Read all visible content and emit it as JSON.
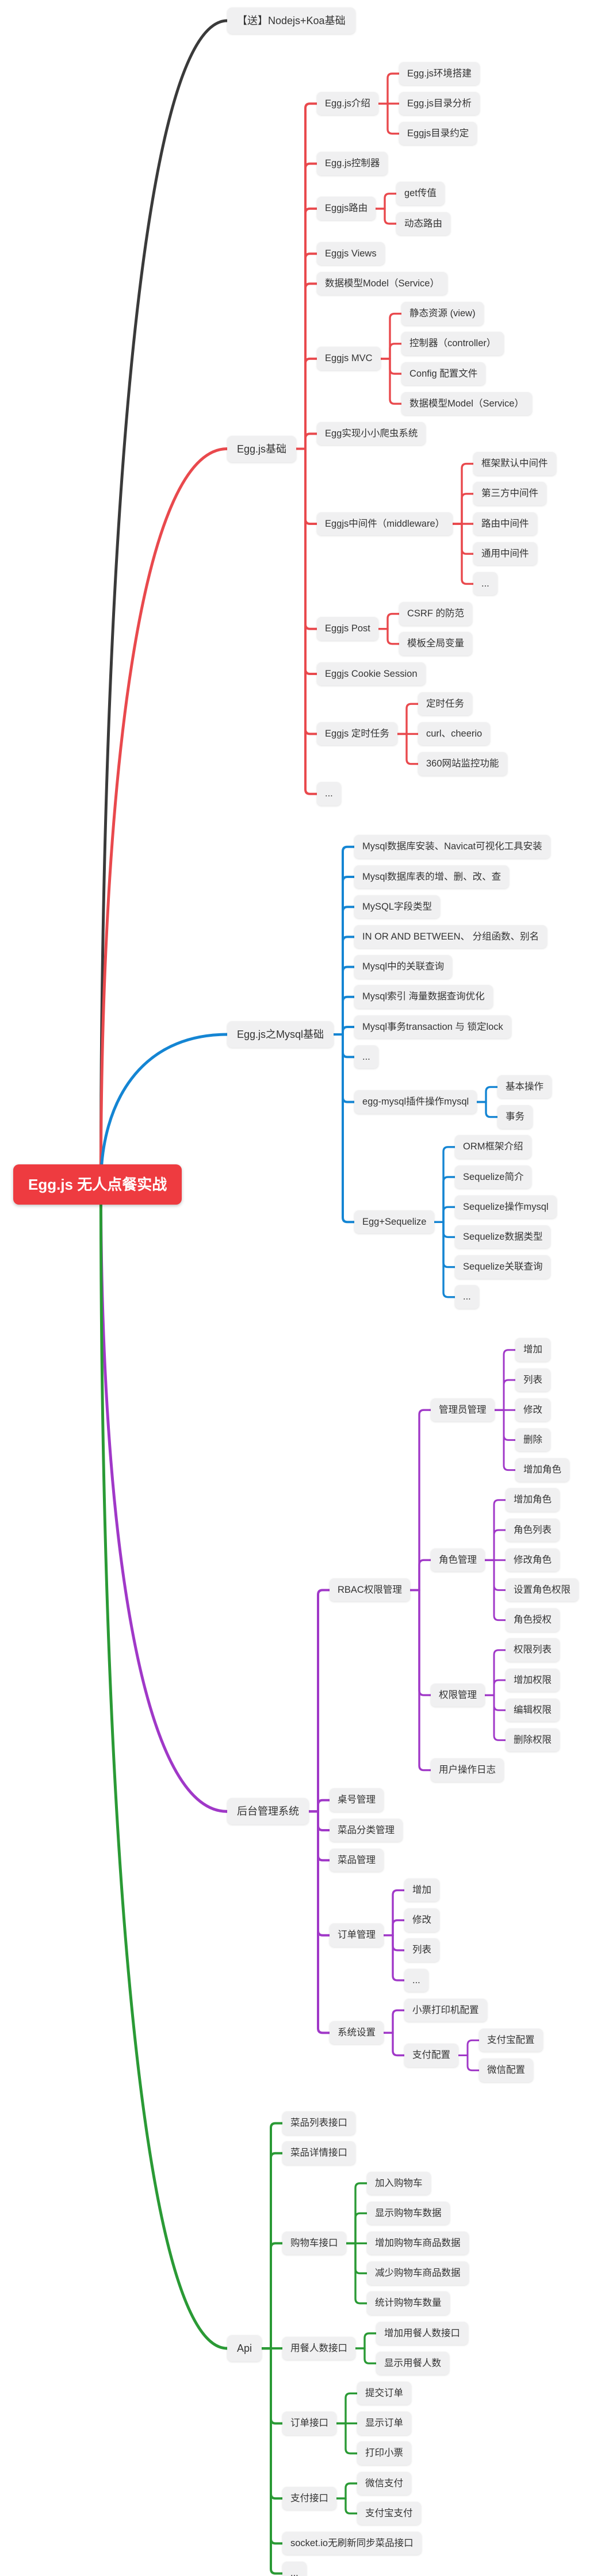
{
  "colors": {
    "root_bg": "#ee3b40",
    "node_bg": "#f0f0f1",
    "node_text": "#333333",
    "branch_black": "#3a3a3a",
    "branch_red": "#e9494d",
    "branch_blue": "#1485d3",
    "branch_purple": "#a038c8",
    "branch_green": "#2a9a35"
  },
  "mindmap": {
    "root": {
      "label": "Egg.js 无人点餐实战"
    },
    "branches": [
      {
        "label": "【送】Nodejs+Koa基础",
        "color": "#3a3a3a",
        "children": []
      },
      {
        "label": "Egg.js基础",
        "color": "#e9494d",
        "children": [
          {
            "label": "Egg.js介绍",
            "children": [
              {
                "label": "Egg.js环境搭建"
              },
              {
                "label": "Egg.js目录分析"
              },
              {
                "label": "Eggjs目录约定"
              }
            ]
          },
          {
            "label": "Egg.js控制器"
          },
          {
            "label": "Eggjs路由",
            "children": [
              {
                "label": "get传值"
              },
              {
                "label": "动态路由"
              }
            ]
          },
          {
            "label": "Eggjs  Views"
          },
          {
            "label": "数据模型Model（Service）"
          },
          {
            "label": "Eggjs MVC",
            "children": [
              {
                "label": "静态资源 (view)"
              },
              {
                "label": "控制器（controller）"
              },
              {
                "label": "Config 配置文件"
              },
              {
                "label": "数据模型Model（Service）"
              }
            ]
          },
          {
            "label": "Egg实现小小爬虫系统"
          },
          {
            "label": "Eggjs中间件（middleware）",
            "children": [
              {
                "label": "框架默认中间件"
              },
              {
                "label": "第三方中间件"
              },
              {
                "label": "路由中间件"
              },
              {
                "label": "通用中间件"
              },
              {
                "label": "..."
              }
            ]
          },
          {
            "label": "Eggjs Post",
            "children": [
              {
                "label": "CSRF 的防范"
              },
              {
                "label": "模板全局变量"
              }
            ]
          },
          {
            "label": "Eggjs Cookie Session"
          },
          {
            "label": "Eggjs 定时任务",
            "children": [
              {
                "label": "定时任务"
              },
              {
                "label": "curl、cheerio"
              },
              {
                "label": "360网站监控功能"
              }
            ]
          },
          {
            "label": "..."
          }
        ]
      },
      {
        "label": "Egg.js之Mysql基础",
        "color": "#1485d3",
        "children": [
          {
            "label": "Mysql数据库安装、Navicat可视化工具安装"
          },
          {
            "label": "Mysql数据库表的增、删、改、查"
          },
          {
            "label": "MySQL字段类型"
          },
          {
            "label": "IN OR AND BETWEEN、 分组函数、别名"
          },
          {
            "label": "Mysql中的关联查询"
          },
          {
            "label": "Mysql索引 海量数据查询优化"
          },
          {
            "label": "Mysql事务transaction 与 锁定lock"
          },
          {
            "label": "..."
          },
          {
            "label": "egg-mysql插件操作mysql",
            "children": [
              {
                "label": "基本操作"
              },
              {
                "label": "事务"
              }
            ]
          },
          {
            "label": "Egg+Sequelize",
            "children": [
              {
                "label": "ORM框架介绍"
              },
              {
                "label": "Sequelize简介"
              },
              {
                "label": "Sequelize操作mysql"
              },
              {
                "label": "Sequelize数据类型"
              },
              {
                "label": "Sequelize关联查询"
              },
              {
                "label": "..."
              }
            ]
          }
        ]
      },
      {
        "label": "后台管理系统",
        "color": "#a038c8",
        "children": [
          {
            "label": "RBAC权限管理",
            "children": [
              {
                "label": "管理员管理",
                "children": [
                  {
                    "label": "增加"
                  },
                  {
                    "label": "列表"
                  },
                  {
                    "label": "修改"
                  },
                  {
                    "label": "删除"
                  },
                  {
                    "label": "增加角色"
                  }
                ]
              },
              {
                "label": "角色管理",
                "children": [
                  {
                    "label": "增加角色"
                  },
                  {
                    "label": "角色列表"
                  },
                  {
                    "label": "修改角色"
                  },
                  {
                    "label": "设置角色权限"
                  },
                  {
                    "label": "角色授权"
                  }
                ]
              },
              {
                "label": "权限管理",
                "children": [
                  {
                    "label": "权限列表"
                  },
                  {
                    "label": "增加权限"
                  },
                  {
                    "label": "编辑权限"
                  },
                  {
                    "label": "删除权限"
                  }
                ]
              },
              {
                "label": "用户操作日志"
              }
            ]
          },
          {
            "label": "桌号管理"
          },
          {
            "label": "菜品分类管理"
          },
          {
            "label": "菜品管理"
          },
          {
            "label": "订单管理",
            "children": [
              {
                "label": "增加"
              },
              {
                "label": "修改"
              },
              {
                "label": "列表"
              },
              {
                "label": "..."
              }
            ]
          },
          {
            "label": "系统设置",
            "children": [
              {
                "label": "小票打印机配置"
              },
              {
                "label": "支付配置",
                "children": [
                  {
                    "label": "支付宝配置"
                  },
                  {
                    "label": "微信配置"
                  }
                ]
              }
            ]
          }
        ]
      },
      {
        "label": "Api",
        "color": "#2a9a35",
        "children": [
          {
            "label": "菜品列表接口"
          },
          {
            "label": "菜品详情接口"
          },
          {
            "label": "购物车接口",
            "children": [
              {
                "label": "加入购物车"
              },
              {
                "label": "显示购物车数据"
              },
              {
                "label": "增加购物车商品数据"
              },
              {
                "label": "减少购物车商品数据"
              },
              {
                "label": "统计购物车数量"
              }
            ]
          },
          {
            "label": "用餐人数接口",
            "children": [
              {
                "label": "增加用餐人数接口"
              },
              {
                "label": "显示用餐人数"
              }
            ]
          },
          {
            "label": "订单接口",
            "children": [
              {
                "label": "提交订单"
              },
              {
                "label": "显示订单"
              },
              {
                "label": "打印小票"
              }
            ]
          },
          {
            "label": "支付接口",
            "children": [
              {
                "label": "微信支付"
              },
              {
                "label": "支付宝支付"
              }
            ]
          },
          {
            "label": "socket.io无刷新同步菜品接口"
          },
          {
            "label": "..."
          }
        ]
      }
    ]
  }
}
